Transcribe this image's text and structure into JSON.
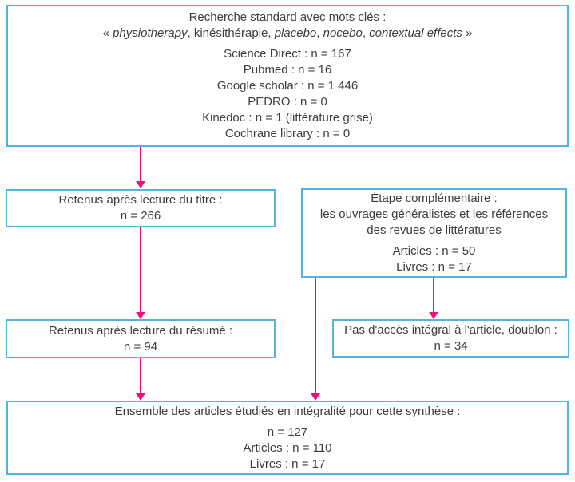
{
  "colors": {
    "box_border": "#56b4dc",
    "arrow": "#e61383",
    "text": "#3d3d3d",
    "background": "#ffffff"
  },
  "boxes": {
    "search": {
      "title": "Recherche standard avec mots clés :",
      "keywords": {
        "segments": [
          {
            "text": "« ",
            "italic": false
          },
          {
            "text": "physiotherapy",
            "italic": true
          },
          {
            "text": ", kinésithérapie, ",
            "italic": false
          },
          {
            "text": "placebo",
            "italic": true
          },
          {
            "text": ", ",
            "italic": false
          },
          {
            "text": "nocebo",
            "italic": true
          },
          {
            "text": ", ",
            "italic": false
          },
          {
            "text": "contextual effects",
            "italic": true
          },
          {
            "text": " »",
            "italic": false
          }
        ]
      },
      "sources": [
        "Science Direct : n = 167",
        "Pubmed : n = 16",
        "Google scholar : n = 1 446",
        "PEDRO : n = 0",
        "Kinedoc : n = 1 (littérature grise)",
        "Cochrane library : n = 0"
      ]
    },
    "title_screening": {
      "line1": "Retenus après lecture du titre :",
      "line2": "n = 266"
    },
    "complementary": {
      "lines": [
        "Étape complémentaire :",
        "les ouvrages généralistes et les références",
        "des revues de littératures"
      ],
      "stats": [
        "Articles : n = 50",
        "Livres : n = 17"
      ]
    },
    "abstract_screening": {
      "line1": "Retenus après lecture du résumé :",
      "line2": "n = 94"
    },
    "excluded": {
      "line1": "Pas d'accès intégral à l'article, doublon :",
      "line2": "n = 34"
    },
    "final": {
      "title": "Ensemble des articles étudiés en intégralité pour cette synthèse :",
      "stats": [
        "n = 127",
        "Articles : n = 110",
        "Livres : n = 17"
      ]
    }
  }
}
